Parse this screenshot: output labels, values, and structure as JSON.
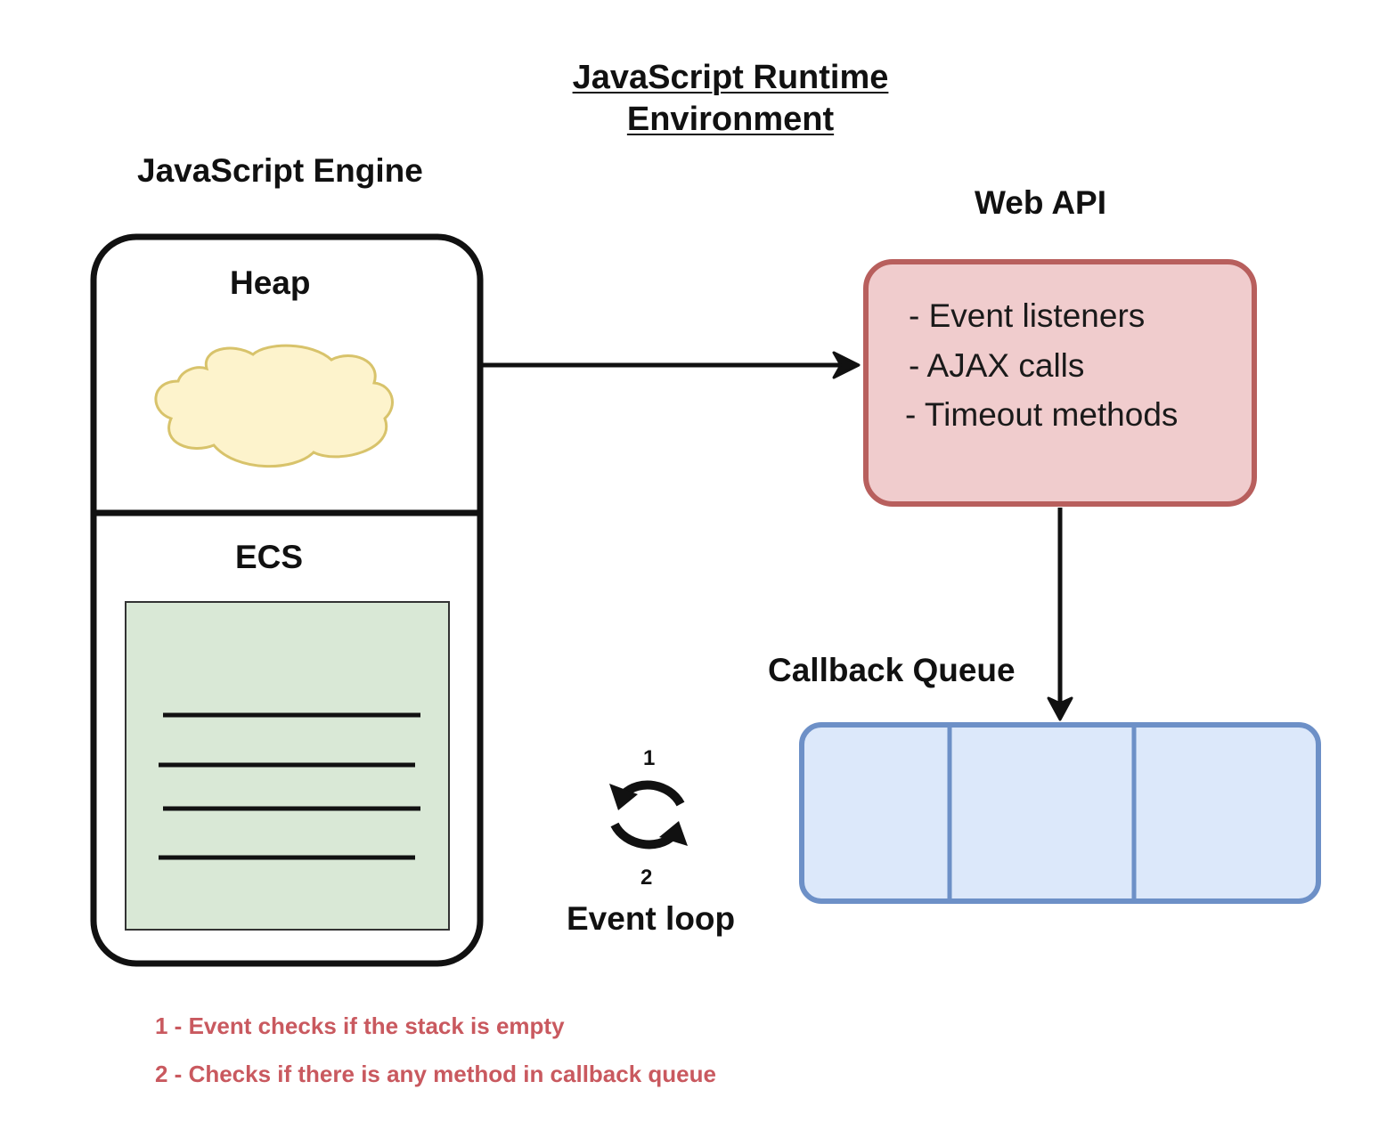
{
  "title": {
    "line1": "JavaScript Runtime",
    "line2": "Environment"
  },
  "engine": {
    "title": "JavaScript Engine",
    "heap_label": "Heap",
    "ecs_label": "ECS"
  },
  "web_api": {
    "title": "Web API",
    "items": [
      "- Event listeners",
      "- AJAX calls",
      "- Timeout methods"
    ]
  },
  "callback_queue": {
    "title": "Callback Queue",
    "slot_count": 3
  },
  "event_loop": {
    "label": "Event loop",
    "step_top": "1",
    "step_bottom": "2"
  },
  "notes": [
    "1 - Event checks if the stack is empty",
    "2 - Checks if there is any method in callback queue"
  ],
  "colors": {
    "outline": "#111111",
    "cloud_fill": "#fdf3cc",
    "cloud_stroke": "#d8c36b",
    "stack_fill": "#d9e8d6",
    "api_fill": "#f0cccd",
    "api_stroke": "#b85f5d",
    "queue_fill": "#dce8fa",
    "queue_stroke": "#6d90c7",
    "note_text": "#c9595f"
  },
  "icons": {
    "heap": "cloud-icon",
    "event_loop": "refresh-arrows-icon"
  }
}
